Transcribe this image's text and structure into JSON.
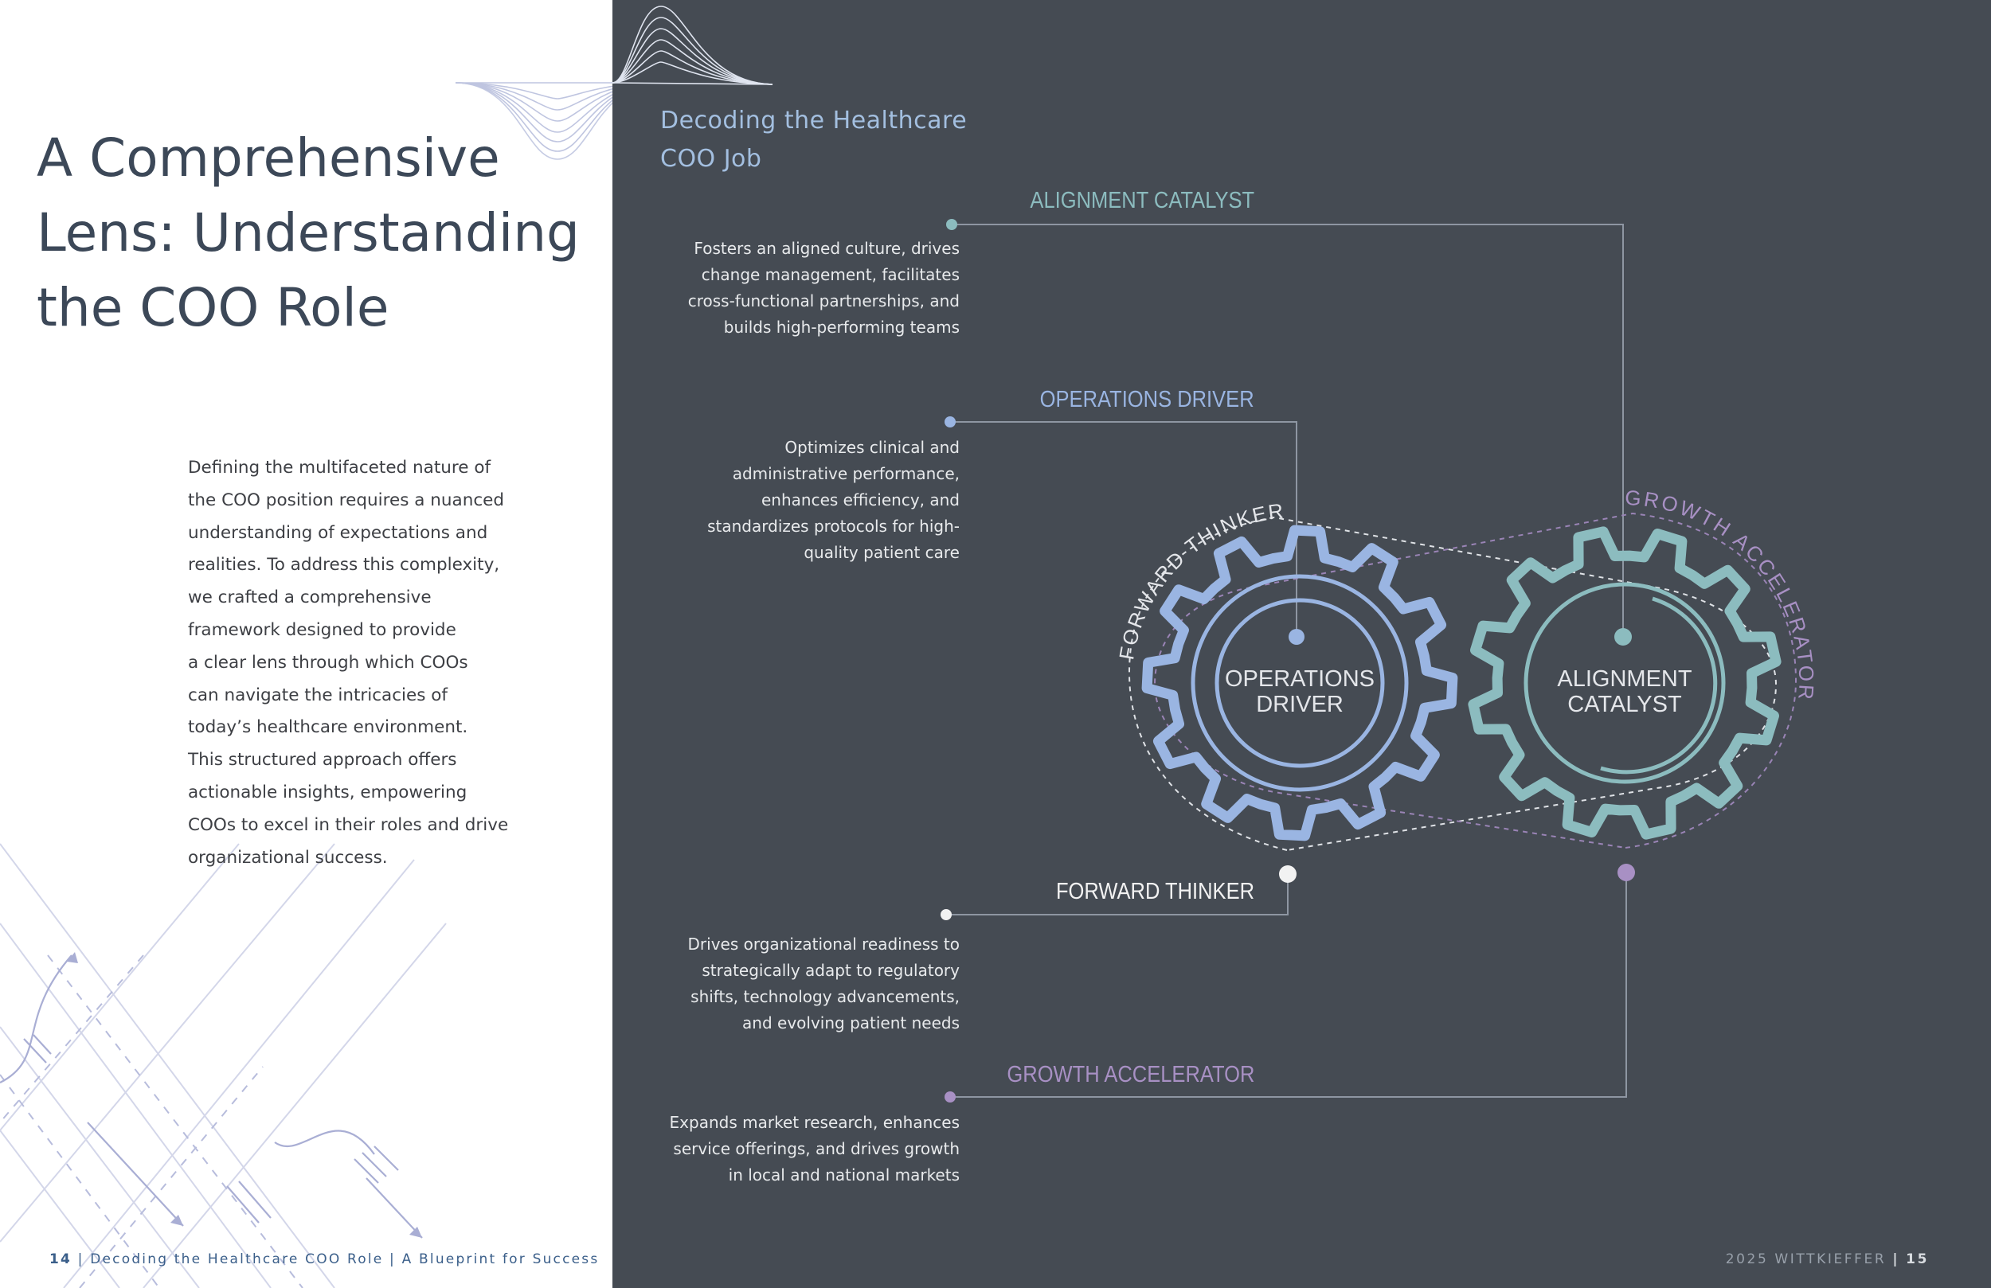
{
  "left_page": {
    "title_lines": [
      "A Comprehensive",
      "Lens: Understanding",
      "the COO Role"
    ],
    "intro_lines": [
      "Defining the multifaceted nature of",
      "the COO position requires a nuanced",
      "understanding of expectations and",
      "realities. To address this complexity,",
      "we crafted a comprehensive",
      "framework designed to provide",
      "a clear lens through which COOs",
      "can navigate the intricacies of",
      "today’s healthcare environment.",
      "This structured approach offers",
      "actionable insights, empowering",
      "COOs to excel in their roles and drive",
      "organizational success."
    ],
    "footer": {
      "page_number": "14",
      "separator": "|",
      "report_title": "Decoding the Healthcare COO Role",
      "subtitle": "A Blueprint for Success"
    }
  },
  "right_page": {
    "section_title_lines": [
      "Decoding the Healthcare",
      "COO Job"
    ],
    "roles": [
      {
        "title": "ALIGNMENT CATALYST",
        "color": "#8cbcbf",
        "description_lines": [
          "Fosters an aligned culture, drives",
          "change management, facilitates",
          "cross-functional partnerships, and",
          "builds high-performing teams"
        ]
      },
      {
        "title": "OPERATIONS DRIVER",
        "color": "#9ab5e2",
        "description_lines": [
          "Optimizes clinical and",
          "administrative performance,",
          "enhances efficiency, and",
          "standardizes protocols for high-",
          "quality patient care"
        ]
      },
      {
        "title": "FORWARD THINKER",
        "color": "#f2f2f2",
        "description_lines": [
          "Drives organizational readiness to",
          "strategically adapt to regulatory",
          "shifts, technology advancements,",
          "and evolving patient needs"
        ]
      },
      {
        "title": "GROWTH ACCELERATOR",
        "color": "#a890c4",
        "description_lines": [
          "Expands market research, enhances",
          "service offerings, and drives growth",
          "in local and national markets"
        ]
      }
    ],
    "gears": {
      "left_label_lines": [
        "OPERATIONS",
        "DRIVER"
      ],
      "right_label_lines": [
        "ALIGNMENT",
        "CATALYST"
      ],
      "arc_left_text": "FORWARD THINKER",
      "arc_right_text": "GROWTH ACCELERATOR",
      "left_color": "#9ab5e2",
      "right_color": "#8cbcbf"
    },
    "footer": {
      "text": "2025 WITTKIEFFER",
      "separator": "|",
      "page_number": "15"
    }
  }
}
